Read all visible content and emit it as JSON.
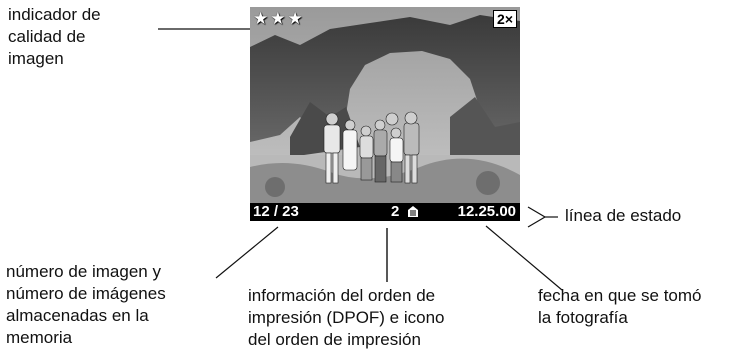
{
  "callouts": {
    "quality": [
      "indicador de",
      "calidad de",
      "imagen"
    ],
    "number": [
      "número de imagen y",
      "número de imágenes",
      "almacenadas en la",
      "memoria"
    ],
    "dpof": [
      "información del orden de",
      "impresión (DPOF) e icono",
      "del orden de impresión"
    ],
    "date": [
      "fecha en que se tomó",
      "la fotografía"
    ],
    "status": "línea de estado"
  },
  "screen": {
    "quality_stars": 3,
    "star_glyph": "★",
    "zoom": "2×",
    "image_counter": "12 / 23",
    "print_count": "2",
    "print_icon": "print-order-icon",
    "date": "12.25.00"
  }
}
